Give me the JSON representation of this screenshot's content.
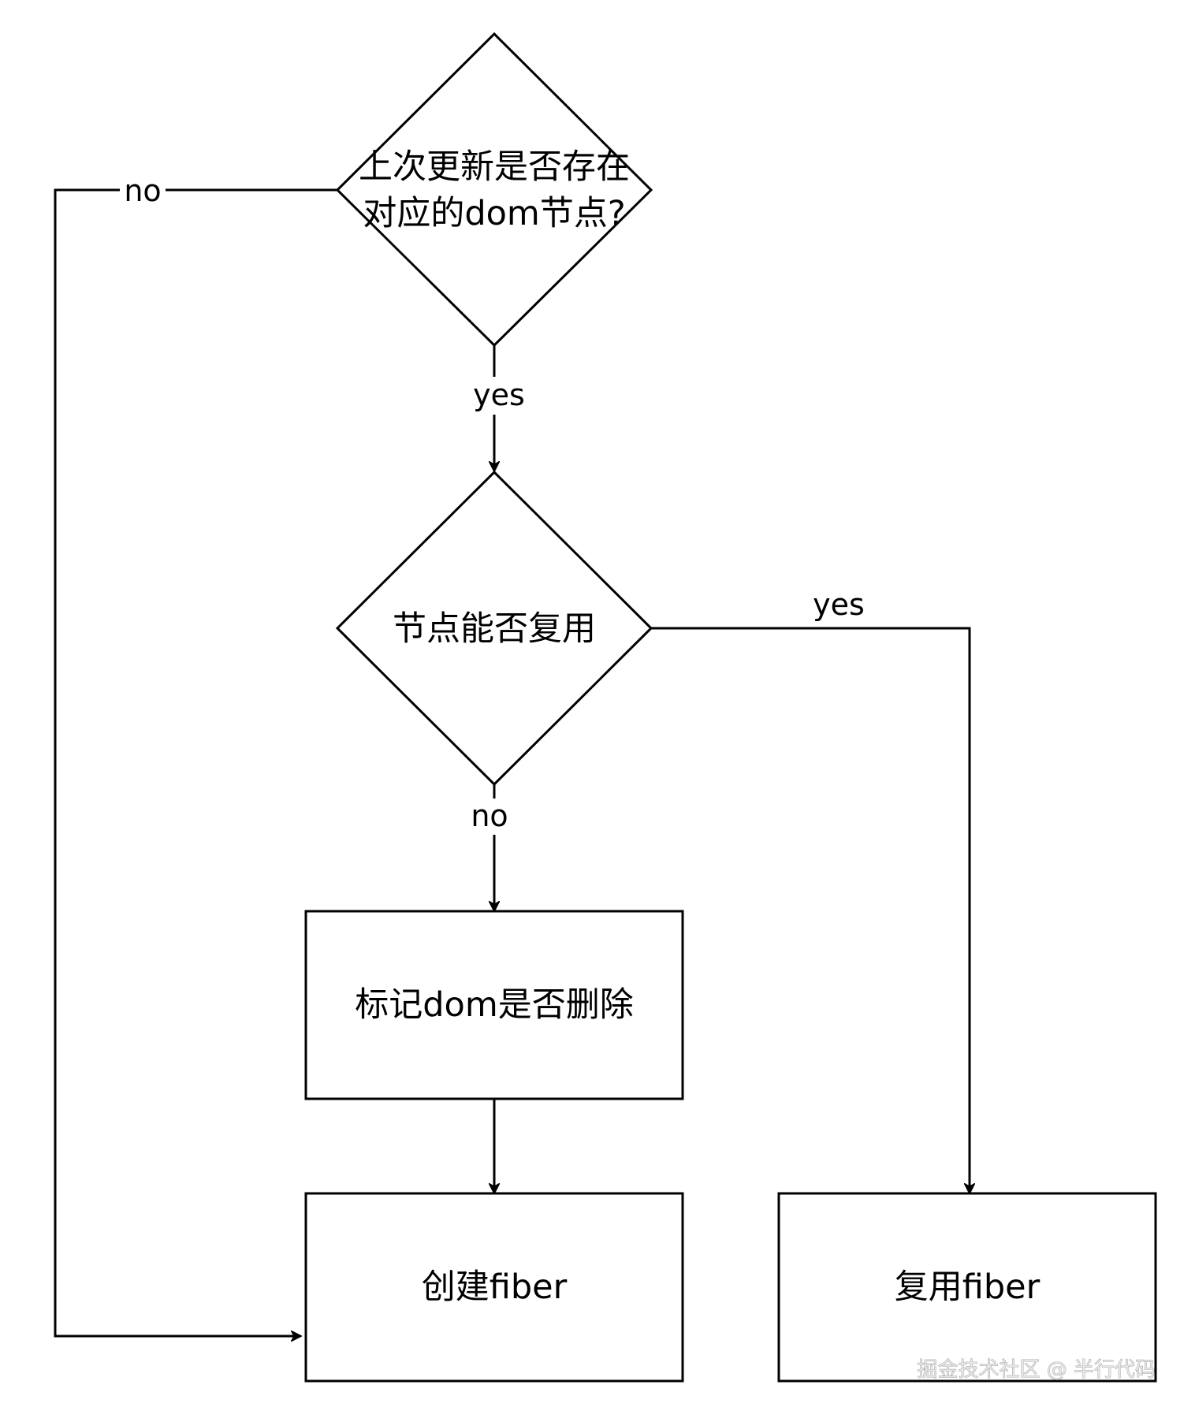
{
  "nodes": {
    "decision_prev_dom": {
      "lines": [
        "上次更新是否存在",
        "对应的dom节点?"
      ]
    },
    "decision_reuse": {
      "text": "节点能否复用"
    },
    "process_mark_delete": {
      "text": "标记dom是否删除"
    },
    "process_create_fiber": {
      "text": "创建fiber"
    },
    "process_reuse_fiber": {
      "text": "复用fiber"
    }
  },
  "edges": {
    "prev_dom_no": {
      "label": "no"
    },
    "prev_dom_yes": {
      "label": "yes"
    },
    "reuse_yes": {
      "label": "yes"
    },
    "reuse_no": {
      "label": "no"
    }
  },
  "watermark": {
    "text": "掘金技术社区 @ 半行代码"
  }
}
